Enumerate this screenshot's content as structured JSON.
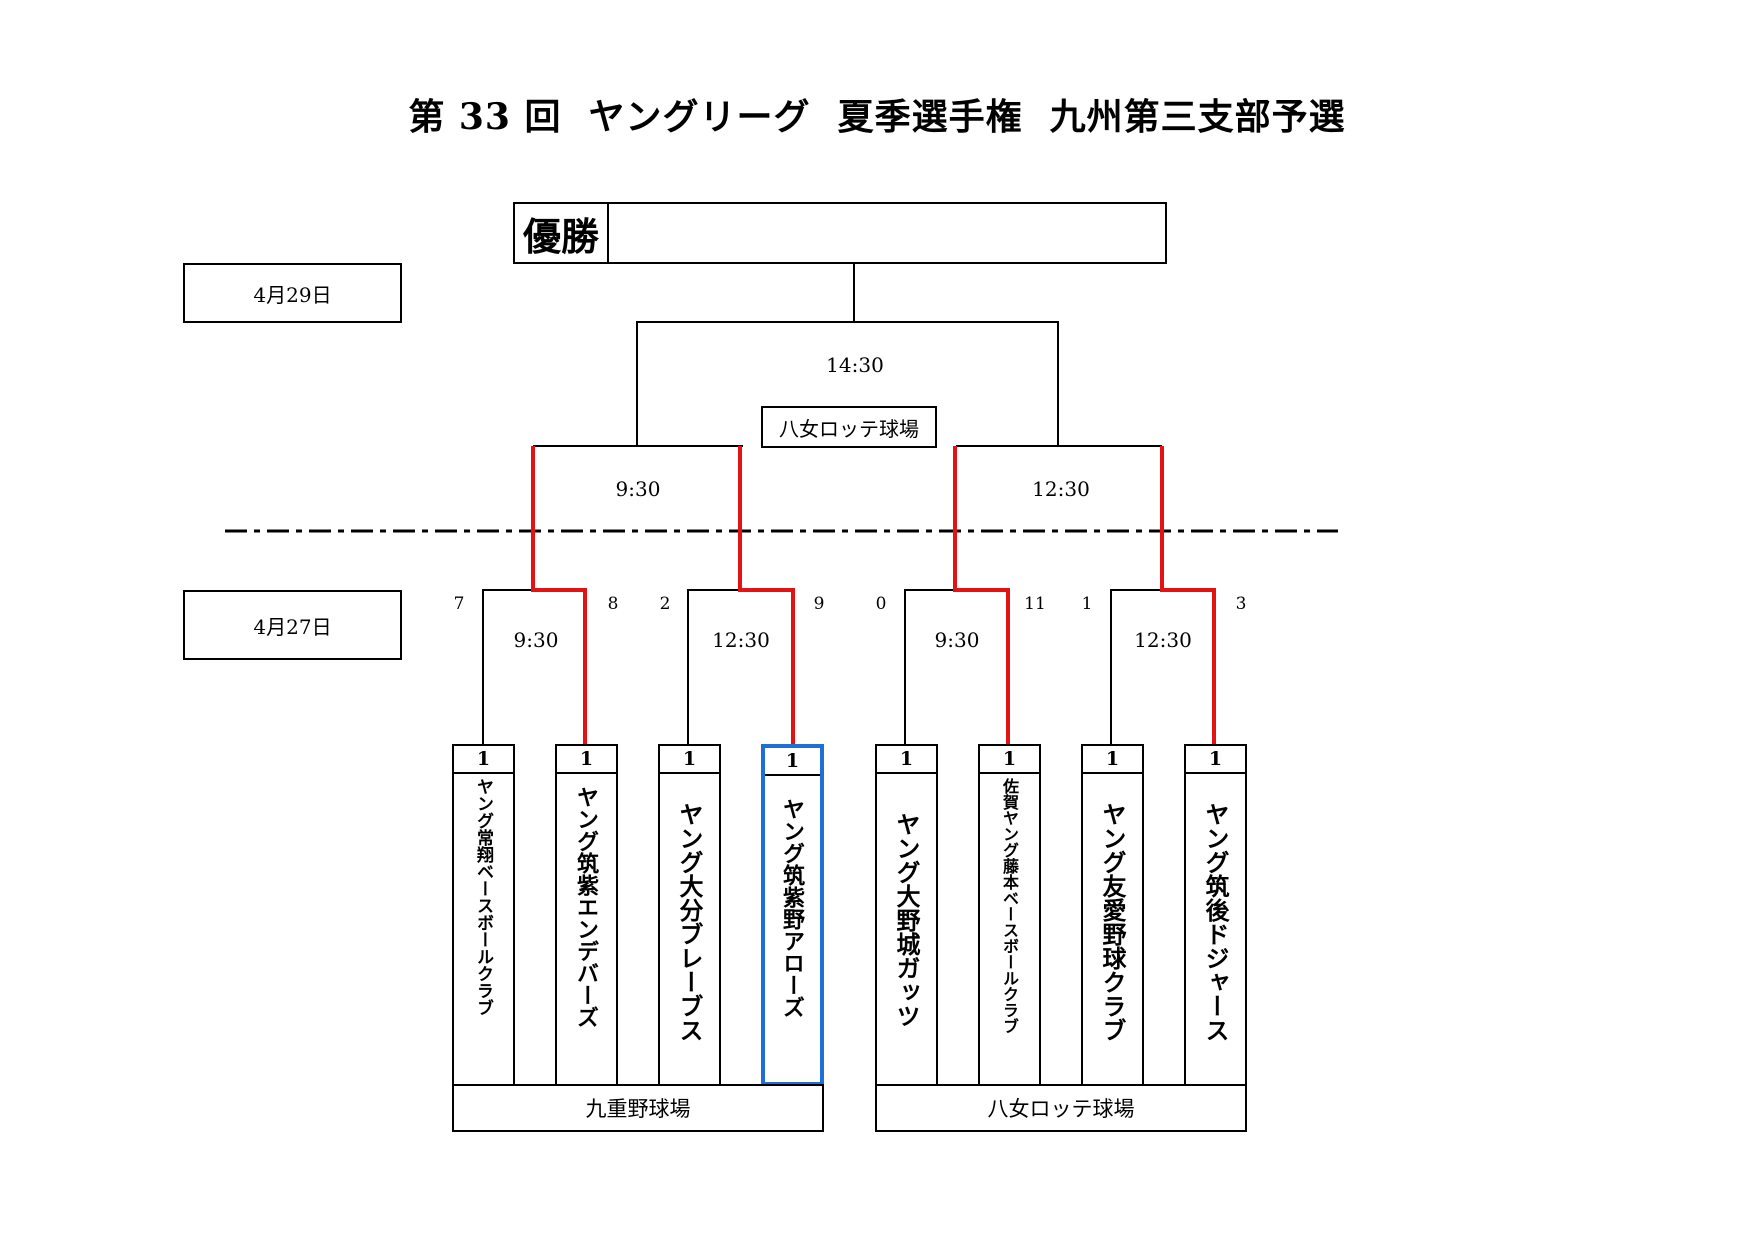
{
  "title": "第 33 回  ヤングリーグ  夏季選手権  九州第三支部予選",
  "champion": {
    "label": "優勝",
    "value": ""
  },
  "dates": {
    "final_day": "4月29日",
    "first_day": "4月27日"
  },
  "final": {
    "time": "14:30",
    "venue": "八女ロッテ球場"
  },
  "semifinals": [
    {
      "time": "9:30"
    },
    {
      "time": "12:30"
    }
  ],
  "first_round": [
    {
      "time": "9:30",
      "left_score": "7",
      "right_score": "8"
    },
    {
      "time": "12:30",
      "left_score": "2",
      "right_score": "9"
    },
    {
      "time": "9:30",
      "left_score": "0",
      "right_score": "11"
    },
    {
      "time": "12:30",
      "left_score": "1",
      "right_score": "3"
    }
  ],
  "teams": [
    {
      "seed": "1",
      "name": "ヤング常翔ベースボールクラブ"
    },
    {
      "seed": "1",
      "name": "ヤング筑紫エンデバーズ"
    },
    {
      "seed": "1",
      "name": "ヤング大分ブレーブス"
    },
    {
      "seed": "1",
      "name": "ヤング筑紫野アローズ"
    },
    {
      "seed": "1",
      "name": "ヤング大野城ガッツ"
    },
    {
      "seed": "1",
      "name": "佐賀ヤング藤本ベースボールクラブ"
    },
    {
      "seed": "1",
      "name": "ヤング友愛野球クラブ"
    },
    {
      "seed": "1",
      "name": "ヤング筑後ドジャース"
    }
  ],
  "venues_bottom": [
    "九重野球場",
    "八女ロッテ球場"
  ],
  "colors": {
    "winner_line": "#e41212",
    "highlight_border": "#1f6fd6",
    "line": "#000000"
  }
}
